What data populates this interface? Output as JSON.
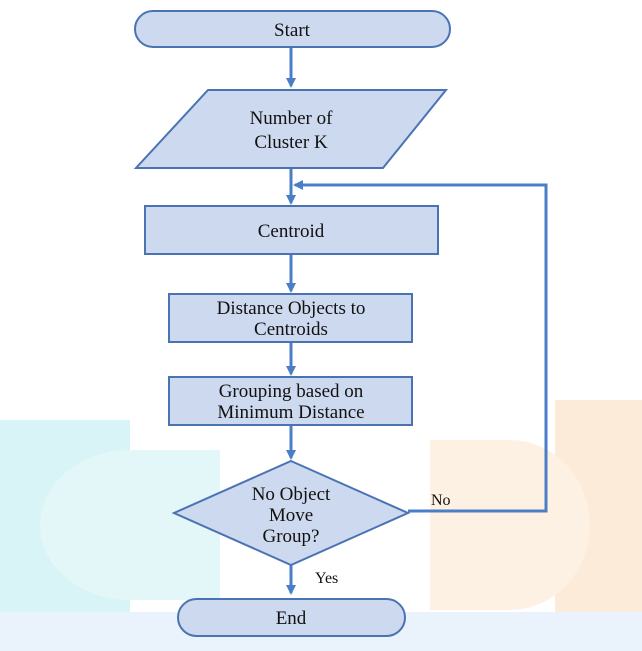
{
  "diagram": {
    "nodes": {
      "start": {
        "text": "Start"
      },
      "input": {
        "line1": "Number of",
        "line2": "Cluster K"
      },
      "centroid": {
        "text": "Centroid"
      },
      "distance": {
        "line1": "Distance Objects to",
        "line2": "Centroids"
      },
      "grouping": {
        "line1": "Grouping based on",
        "line2": "Minimum Distance"
      },
      "decision": {
        "line1": "No Object",
        "line2": "Move",
        "line3": "Group?"
      },
      "end": {
        "text": "End"
      }
    },
    "edge_labels": {
      "no": "No",
      "yes": "Yes"
    }
  },
  "colors": {
    "node_fill": "#cdd9ee",
    "node_stroke": "#4a73b4",
    "arrow": "#4a7fc7",
    "background_left": "#d9f4f6",
    "background_right": "#fcebd8",
    "background_bottom": "#eaf2fb"
  }
}
